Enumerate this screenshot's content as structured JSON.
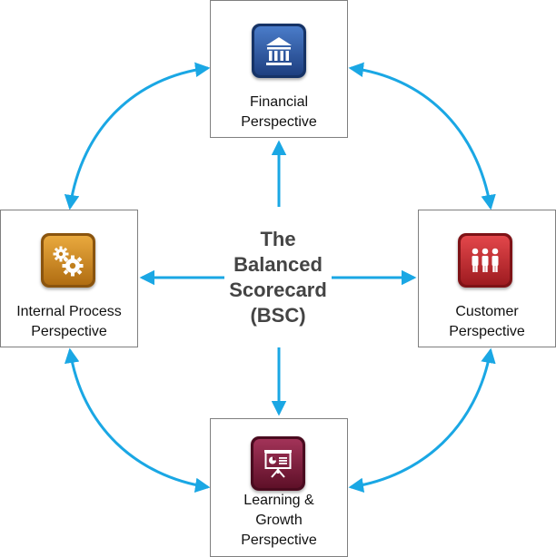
{
  "center": {
    "lines": [
      "The",
      "Balanced",
      "Scorecard",
      "(BSC)"
    ]
  },
  "perspectives": {
    "financial": {
      "label_lines": [
        "Financial",
        "Perspective"
      ],
      "icon": "bank-building-icon",
      "icon_color": "#2e5aa8"
    },
    "customer": {
      "label_lines": [
        "Customer",
        "Perspective"
      ],
      "icon": "people-group-icon",
      "icon_color": "#c8282e"
    },
    "internal_process": {
      "label_lines": [
        "Internal Process",
        "Perspective"
      ],
      "icon": "gears-icon",
      "icon_color": "#cf8a1e"
    },
    "learning_growth": {
      "label_lines": [
        "Learning &",
        "Growth",
        "Perspective"
      ],
      "icon": "presentation-board-icon",
      "icon_color": "#7d1c3c"
    }
  },
  "colors": {
    "arrow": "#1aa7e4",
    "box_border": "#7f7f7f",
    "center_text": "#444444"
  }
}
